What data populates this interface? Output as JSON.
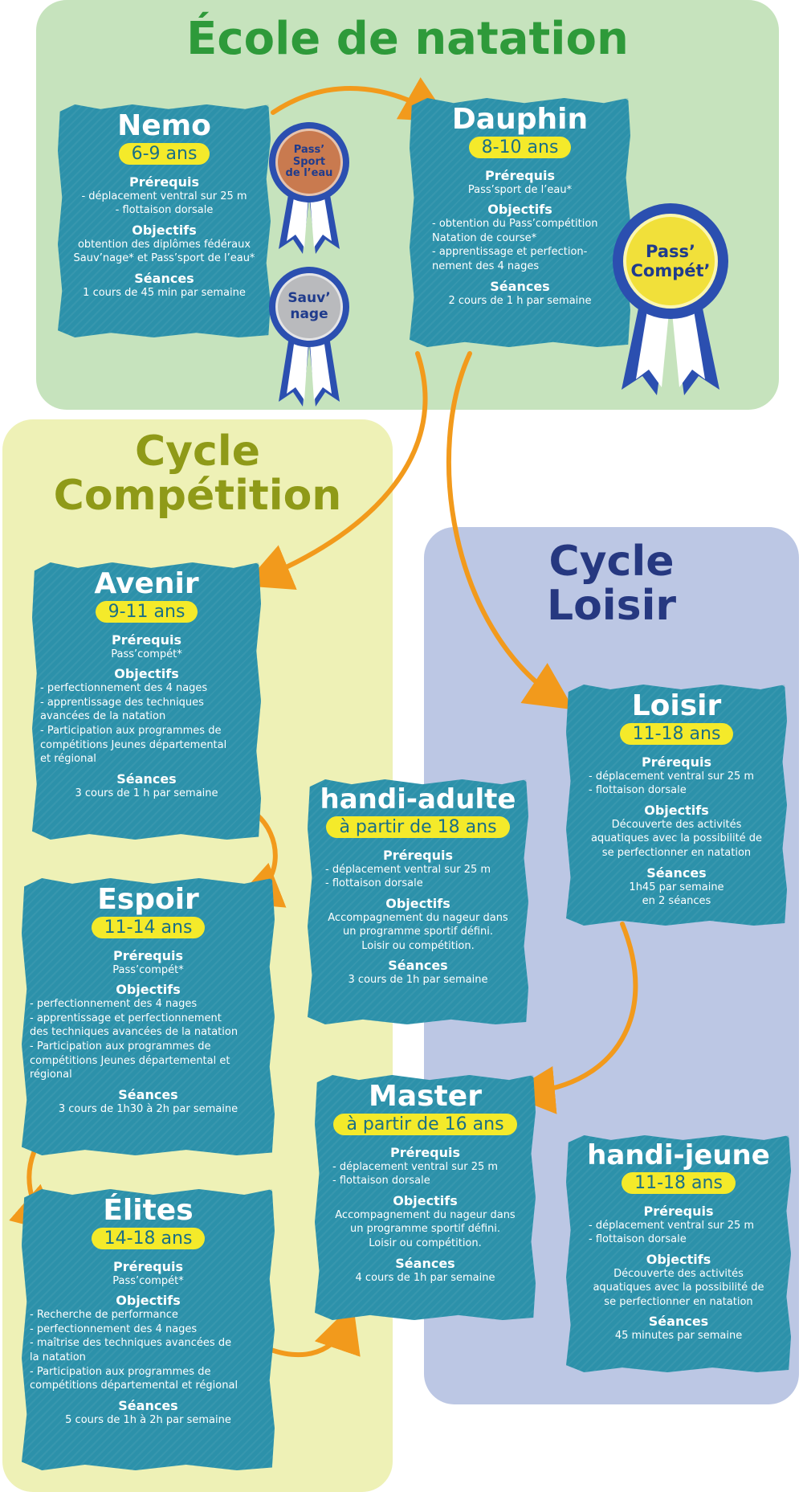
{
  "zones": {
    "ecole": "École de natation",
    "competition": "Cycle\nCompétition",
    "loisir": "Cycle\nLoisir"
  },
  "labels": {
    "prerequis": "Prérequis",
    "objectifs": "Objectifs",
    "seances": "Séances"
  },
  "cards": {
    "nemo": {
      "title": "Nemo",
      "age": "6-9 ans",
      "prereq_label": "Prérequis",
      "prereq": "- déplacement ventral sur 25 m\n- flottaison dorsale",
      "obj": "obtention des diplômes fédéraux\nSauv’nage* et Pass’sport de l’eau*",
      "seances": "1 cours de 45 min par semaine"
    },
    "dauphin": {
      "title": "Dauphin",
      "age": "8-10 ans",
      "prereq_label": "Prérequis",
      "prereq": "Pass’sport de l’eau*",
      "obj": "- obtention du Pass’compétition\nNatation de course*\n- apprentissage et perfection-\nnement des 4 nages",
      "seances": "2 cours de 1 h par semaine"
    },
    "avenir": {
      "title": "Avenir",
      "age": "9-11 ans",
      "prereq_label": "Prérequis",
      "prereq": "Pass’compét*",
      "obj": "- perfectionnement des 4 nages\n- apprentissage des techniques\navancées de la natation\n- Participation aux programmes de\ncompétitions Jeunes départemental\net régional",
      "seances": "3 cours de 1 h par semaine"
    },
    "espoir": {
      "title": "Espoir",
      "age": "11-14 ans",
      "prereq_label": "Prérequis",
      "prereq": "Pass’compét*",
      "obj": "- perfectionnement des 4 nages\n- apprentissage et perfectionnement\ndes techniques avancées de la natation\n- Participation aux programmes de\ncompétitions Jeunes départemental et\nrégional",
      "seances": "3 cours de 1h30 à 2h par semaine"
    },
    "elites": {
      "title": "Élites",
      "age": "14-18 ans",
      "prereq_label": "Prérequis",
      "prereq": "Pass’compét*",
      "obj": "- Recherche de performance\n- perfectionnement des 4 nages\n- maîtrise des techniques avancées de\nla natation\n- Participation aux programmes de\ncompétitions départemental et régional",
      "seances": "5 cours de 1h à 2h par semaine"
    },
    "handi_adulte": {
      "title": "handi-adulte",
      "age": "à partir de 18 ans",
      "prereq_label": "Prérequis",
      "prereq": "- déplacement ventral sur 25 m\n- flottaison dorsale",
      "obj": "Accompagnement du nageur dans\nun programme sportif défini.\nLoisir ou compétition.",
      "seances": "3 cours de 1h par semaine"
    },
    "master": {
      "title": "Master",
      "age": "à partir de 16 ans",
      "prereq_label": "Prérequis",
      "prereq": "- déplacement ventral sur 25 m\n- flottaison dorsale",
      "obj": "Accompagnement du nageur dans\nun programme sportif défini.\nLoisir ou compétition.",
      "seances": "4 cours de 1h par semaine"
    },
    "loisir": {
      "title": "Loisir",
      "age": "11-18 ans",
      "prereq_label": "Prérequis",
      "prereq": "- déplacement ventral sur 25 m\n- flottaison dorsale",
      "obj": "Découverte des activités\naquatiques avec la possibilité de\nse perfectionner en natation",
      "seances": "1h45 par semaine\nen 2 séances"
    },
    "handi_jeune": {
      "title": "handi-jeune",
      "age": "11-18 ans",
      "prereq_label": "Prérequis",
      "prereq": "- déplacement ventral sur 25 m\n- flottaison dorsale",
      "obj": "Découverte des activités\naquatiques avec la possibilité de\nse perfectionner en natation",
      "seances": "45 minutes par semaine"
    }
  },
  "medals": {
    "pass_sport": "Pass’\nSport\nde l’eau",
    "sauvnage": "Sauv’\nnage",
    "pass_compet": "Pass’\nCompét’"
  },
  "colors": {
    "ecole_bg": "#c6e3bd",
    "competition_bg": "#eef1b6",
    "loisir_bg": "#bcc7e4",
    "card": "#2c91aa",
    "pill": "#f4ea2a",
    "arrow": "#f29a1c",
    "ribbon": "#2b4fb0",
    "medal_bronze": "#c97a4f",
    "medal_silver": "#b9babd",
    "medal_gold": "#f1e03a"
  }
}
